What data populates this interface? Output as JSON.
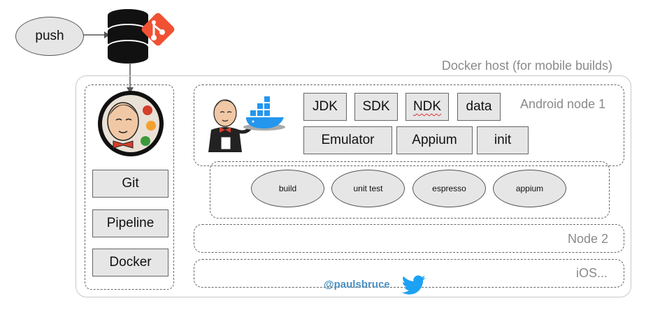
{
  "push": {
    "label": "push"
  },
  "repo": {
    "icons": [
      "database-icon",
      "git-icon"
    ]
  },
  "docker_host": {
    "label": "Docker host (for mobile builds)"
  },
  "jenkins_master": {
    "icon": "jenkins-logo-icon",
    "items": [
      {
        "label": "Git"
      },
      {
        "label": "Pipeline"
      },
      {
        "label": "Docker"
      }
    ]
  },
  "android_node": {
    "label": "Android node 1",
    "tools_row1": [
      {
        "label": "JDK"
      },
      {
        "label": "SDK"
      },
      {
        "label": "NDK"
      },
      {
        "label": "data"
      }
    ],
    "tools_row2": [
      {
        "label": "Emulator"
      },
      {
        "label": "Appium"
      },
      {
        "label": "init"
      }
    ]
  },
  "pipeline_stages": [
    {
      "label": "build"
    },
    {
      "label": "unit test"
    },
    {
      "label": "espresso"
    },
    {
      "label": "appium"
    }
  ],
  "node2": {
    "label": "Node 2"
  },
  "ios": {
    "label": "iOS..."
  },
  "footer": {
    "handle": "@paulsbruce",
    "icon": "twitter-bird-icon"
  },
  "colors": {
    "box_fill": "#e6e6e6",
    "host_label": "#8a8a8a",
    "git_orange": "#f05133",
    "docker_blue": "#2496ed",
    "twitter_blue": "#1da1f2"
  }
}
